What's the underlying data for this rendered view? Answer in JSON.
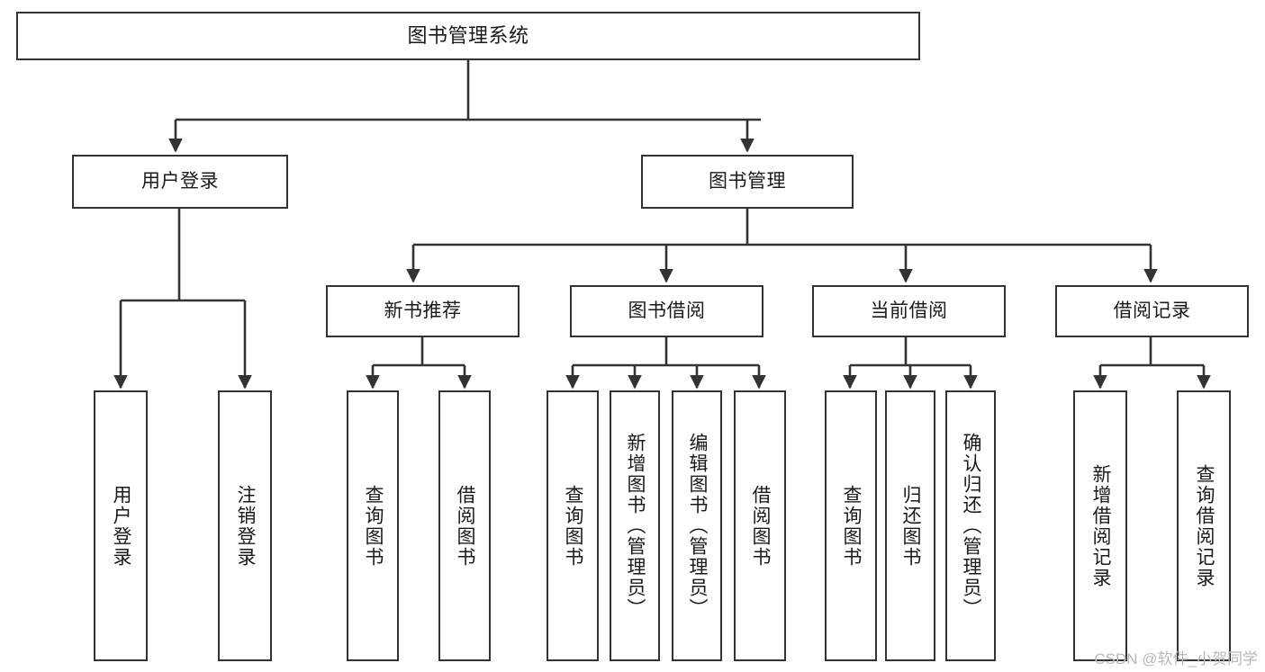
{
  "diagram": {
    "title": "图书管理系统",
    "type": "tree-hierarchy-chart",
    "root": {
      "label": "图书管理系统"
    },
    "level2": [
      {
        "id": "user-login",
        "label": "用户登录"
      },
      {
        "id": "book-management",
        "label": "图书管理"
      }
    ],
    "level3": [
      {
        "id": "new-book-recommend",
        "label": "新书推荐"
      },
      {
        "id": "book-borrow",
        "label": "图书借阅"
      },
      {
        "id": "current-borrow",
        "label": "当前借阅"
      },
      {
        "id": "borrow-record",
        "label": "借阅记录"
      }
    ],
    "leaves": {
      "user_login": [
        {
          "id": "leaf-user-login",
          "label": "用户登录"
        },
        {
          "id": "leaf-logout",
          "label": "注销登录"
        }
      ],
      "new_book_recommend": [
        {
          "id": "leaf-query-book-1",
          "label": "查询图书"
        },
        {
          "id": "leaf-borrow-book-1",
          "label": "借阅图书"
        }
      ],
      "book_borrow": [
        {
          "id": "leaf-query-book-2",
          "label": "查询图书"
        },
        {
          "id": "leaf-add-book",
          "label": "新增图书（管理员）"
        },
        {
          "id": "leaf-edit-book",
          "label": "编辑图书（管理员）"
        },
        {
          "id": "leaf-borrow-book-2",
          "label": "借阅图书"
        }
      ],
      "current_borrow": [
        {
          "id": "leaf-query-book-3",
          "label": "查询图书"
        },
        {
          "id": "leaf-return-book",
          "label": "归还图书"
        },
        {
          "id": "leaf-confirm-return",
          "label": "确认归还（管理员）"
        }
      ],
      "borrow_record": [
        {
          "id": "leaf-add-record",
          "label": "新增借阅记录"
        },
        {
          "id": "leaf-query-record",
          "label": "查询借阅记录"
        }
      ]
    }
  },
  "watermark": {
    "text": "CSDN @软件_小贺同学"
  },
  "colors": {
    "stroke": "#333333",
    "background": "#ffffff",
    "text": "#1a1a1a",
    "watermark": "#b9b9b9"
  }
}
